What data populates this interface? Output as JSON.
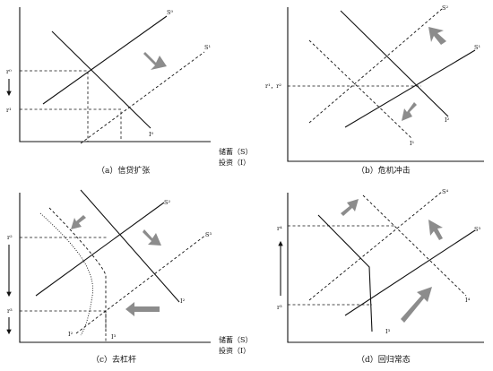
{
  "panels": [
    {
      "id": "a",
      "caption": "（a）信贷扩张",
      "axis_y_labels": [
        "r⁰",
        "r¹"
      ],
      "axis_x_label_line1": "储蓄（S）",
      "axis_x_label_line2": "投资（I）",
      "curve_labels": [
        "S⁰",
        "S¹",
        "I⁰"
      ]
    },
    {
      "id": "b",
      "caption": "（b）危机冲击",
      "axis_y_labels": [
        "r¹，r²"
      ],
      "curve_labels": [
        "S²",
        "S¹",
        "I²",
        "I¹"
      ]
    },
    {
      "id": "c",
      "caption": "（c）去杠杆",
      "axis_y_labels": [
        "r²",
        "r³"
      ],
      "axis_x_label_line1": "储蓄（S）",
      "axis_x_label_line2": "投资（I）",
      "curve_labels": [
        "S²",
        "S³",
        "I²",
        "I³",
        "I²"
      ]
    },
    {
      "id": "d",
      "caption": "（d）回归常态",
      "axis_y_labels": [
        "r⁴",
        "r³"
      ],
      "curve_labels": [
        "S⁴",
        "S³",
        "I⁴",
        "I³"
      ]
    }
  ],
  "colors": {
    "line": "#111111",
    "arrow": "#8c8c8c",
    "background": "#ffffff"
  }
}
